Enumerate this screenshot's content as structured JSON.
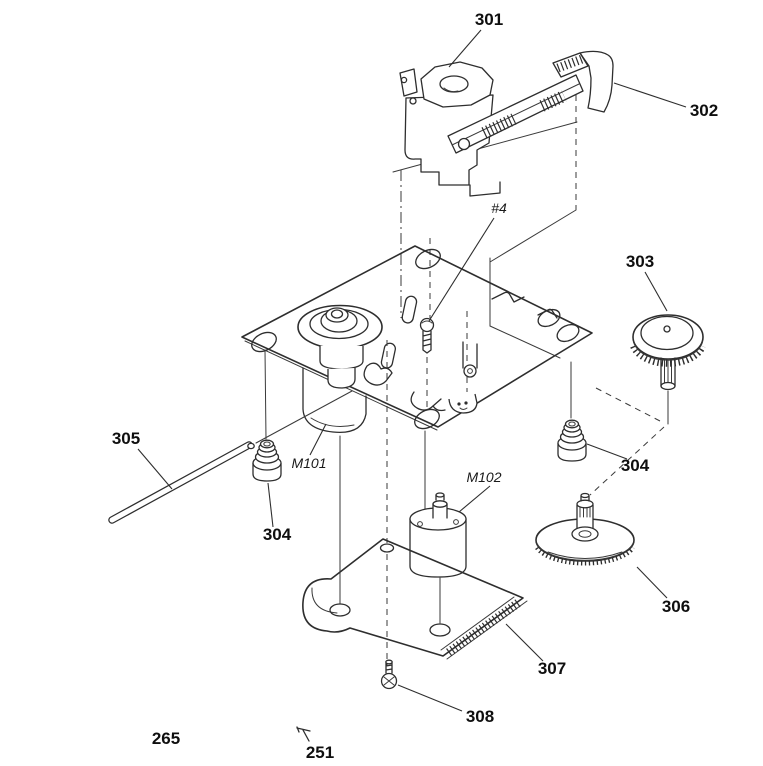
{
  "figure": {
    "kind": "exploded-parts-diagram",
    "background": "#ffffff",
    "line_color": "#2e2e2e",
    "label_color": "#0f0f0f"
  },
  "callouts": {
    "p301": "301",
    "p302": "302",
    "p303": "303",
    "p304_right": "304",
    "p304_left": "304",
    "p305": "305",
    "p306": "306",
    "p307": "307",
    "p308": "308",
    "p265": "265",
    "p251": "251",
    "m101": "M101",
    "m102": "M102",
    "screw4": "#4"
  }
}
